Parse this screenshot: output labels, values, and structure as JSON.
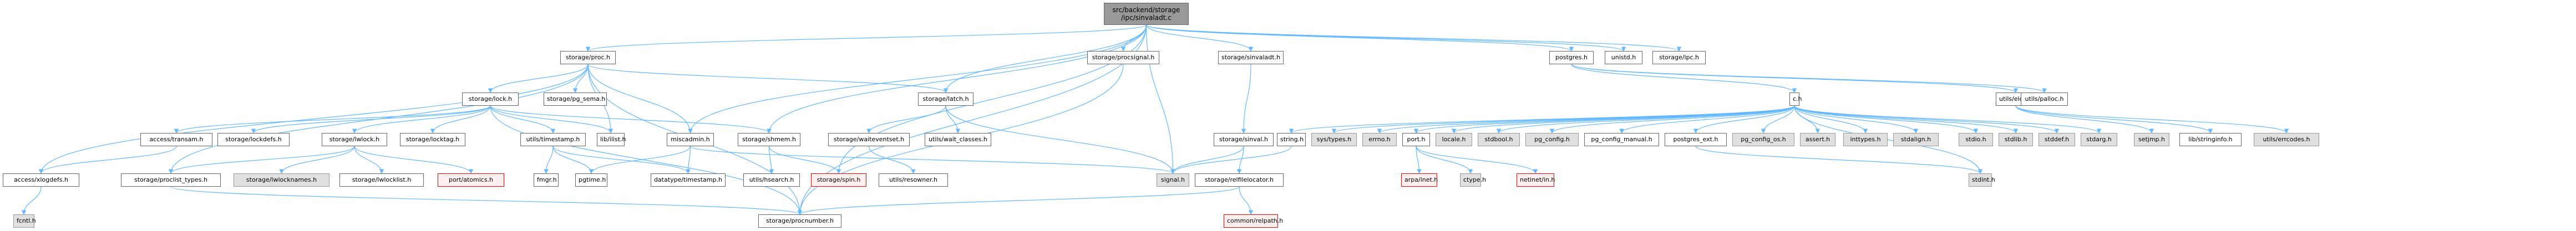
{
  "diagram": {
    "title": "Include dependency graph for src/backend/storage/ipc/sinvaladt.c",
    "edge_color": "#63b8ff",
    "legend_colors": {
      "root_fill": "#999999",
      "normal_fill": "#ffffff",
      "system_fill": "#e0e0e0",
      "missing_fill": "#fff0f0",
      "missing_border": "#ff0000"
    },
    "nodes": [
      {
        "id": "root",
        "label": "src/backend/storage\n/ipc/sinvaladt.c",
        "kind": "root"
      },
      {
        "id": "proc",
        "label": "storage/proc.h",
        "kind": "normal"
      },
      {
        "id": "procsignal",
        "label": "storage/procsignal.h",
        "kind": "normal"
      },
      {
        "id": "sinvaladt_h",
        "label": "storage/sinvaladt.h",
        "kind": "normal"
      },
      {
        "id": "postgres",
        "label": "postgres.h",
        "kind": "normal"
      },
      {
        "id": "unistd",
        "label": "unistd.h",
        "kind": "normal"
      },
      {
        "id": "ipc",
        "label": "storage/ipc.h",
        "kind": "normal"
      },
      {
        "id": "lock",
        "label": "storage/lock.h",
        "kind": "normal"
      },
      {
        "id": "pg_sema",
        "label": "storage/pg_sema.h",
        "kind": "normal"
      },
      {
        "id": "latch",
        "label": "storage/latch.h",
        "kind": "normal"
      },
      {
        "id": "c",
        "label": "c.h",
        "kind": "normal"
      },
      {
        "id": "elog",
        "label": "utils/elog.h",
        "kind": "normal"
      },
      {
        "id": "palloc",
        "label": "utils/palloc.h",
        "kind": "normal"
      },
      {
        "id": "transam",
        "label": "access/transam.h",
        "kind": "normal"
      },
      {
        "id": "lockdefs",
        "label": "storage/lockdefs.h",
        "kind": "normal"
      },
      {
        "id": "lwlock",
        "label": "storage/lwlock.h",
        "kind": "normal"
      },
      {
        "id": "locktag",
        "label": "storage/locktag.h",
        "kind": "normal"
      },
      {
        "id": "timestamp_u",
        "label": "utils/timestamp.h",
        "kind": "normal"
      },
      {
        "id": "ilist",
        "label": "lib/ilist.h",
        "kind": "normal"
      },
      {
        "id": "miscadmin",
        "label": "miscadmin.h",
        "kind": "normal"
      },
      {
        "id": "shmem",
        "label": "storage/shmem.h",
        "kind": "normal"
      },
      {
        "id": "waiteventset",
        "label": "storage/waiteventset.h",
        "kind": "normal"
      },
      {
        "id": "wait_classes",
        "label": "utils/wait_classes.h",
        "kind": "normal"
      },
      {
        "id": "sinval",
        "label": "storage/sinval.h",
        "kind": "normal"
      },
      {
        "id": "string",
        "label": "string.h",
        "kind": "normal"
      },
      {
        "id": "systypes",
        "label": "sys/types.h",
        "kind": "sys"
      },
      {
        "id": "errno",
        "label": "errno.h",
        "kind": "sys"
      },
      {
        "id": "port",
        "label": "port.h",
        "kind": "normal"
      },
      {
        "id": "locale",
        "label": "locale.h",
        "kind": "sys"
      },
      {
        "id": "stdbool",
        "label": "stdbool.h",
        "kind": "sys"
      },
      {
        "id": "pg_config",
        "label": "pg_config.h",
        "kind": "sys"
      },
      {
        "id": "pg_config_manual",
        "label": "pg_config_manual.h",
        "kind": "normal"
      },
      {
        "id": "postgres_ext",
        "label": "postgres_ext.h",
        "kind": "normal"
      },
      {
        "id": "pg_config_os",
        "label": "pg_config_os.h",
        "kind": "sys"
      },
      {
        "id": "assert",
        "label": "assert.h",
        "kind": "sys"
      },
      {
        "id": "inttypes",
        "label": "inttypes.h",
        "kind": "sys"
      },
      {
        "id": "stdalign",
        "label": "stdalign.h",
        "kind": "sys"
      },
      {
        "id": "stdio",
        "label": "stdio.h",
        "kind": "sys"
      },
      {
        "id": "stdlib",
        "label": "stdlib.h",
        "kind": "sys"
      },
      {
        "id": "stddef",
        "label": "stddef.h",
        "kind": "sys"
      },
      {
        "id": "stdarg",
        "label": "stdarg.h",
        "kind": "sys"
      },
      {
        "id": "setjmp",
        "label": "setjmp.h",
        "kind": "sys"
      },
      {
        "id": "stringinfo",
        "label": "lib/stringinfo.h",
        "kind": "normal"
      },
      {
        "id": "errcodes",
        "label": "utils/errcodes.h",
        "kind": "sys"
      },
      {
        "id": "xlogdefs",
        "label": "access/xlogdefs.h",
        "kind": "normal"
      },
      {
        "id": "proclist_types",
        "label": "storage/proclist_types.h",
        "kind": "normal"
      },
      {
        "id": "lwlocknames",
        "label": "storage/lwlocknames.h",
        "kind": "sys"
      },
      {
        "id": "lwlocklist",
        "label": "storage/lwlocklist.h",
        "kind": "normal"
      },
      {
        "id": "atomics",
        "label": "port/atomics.h",
        "kind": "missing"
      },
      {
        "id": "fmgr",
        "label": "fmgr.h",
        "kind": "normal"
      },
      {
        "id": "pgtime",
        "label": "pgtime.h",
        "kind": "normal"
      },
      {
        "id": "timestamp_d",
        "label": "datatype/timestamp.h",
        "kind": "normal"
      },
      {
        "id": "hsearch",
        "label": "utils/hsearch.h",
        "kind": "normal"
      },
      {
        "id": "spin",
        "label": "storage/spin.h",
        "kind": "missing"
      },
      {
        "id": "resowner",
        "label": "utils/resowner.h",
        "kind": "normal"
      },
      {
        "id": "signal",
        "label": "signal.h",
        "kind": "sys"
      },
      {
        "id": "relfilelocator",
        "label": "storage/relfilelocator.h",
        "kind": "normal"
      },
      {
        "id": "arpa_inet",
        "label": "arpa/inet.h",
        "kind": "missing"
      },
      {
        "id": "ctype",
        "label": "ctype.h",
        "kind": "sys"
      },
      {
        "id": "netinet_in",
        "label": "netinet/in.h",
        "kind": "missing"
      },
      {
        "id": "stdint",
        "label": "stdint.h",
        "kind": "sys"
      },
      {
        "id": "fcntl",
        "label": "fcntl.h",
        "kind": "sys"
      },
      {
        "id": "procnumber",
        "label": "storage/procnumber.h",
        "kind": "normal"
      },
      {
        "id": "relpath",
        "label": "common/relpath.h",
        "kind": "missing"
      }
    ],
    "edges": [
      [
        "root",
        "proc"
      ],
      [
        "root",
        "procsignal"
      ],
      [
        "root",
        "sinvaladt_h"
      ],
      [
        "root",
        "postgres"
      ],
      [
        "root",
        "unistd"
      ],
      [
        "root",
        "ipc"
      ],
      [
        "root",
        "miscadmin"
      ],
      [
        "root",
        "shmem"
      ],
      [
        "root",
        "spin"
      ],
      [
        "root",
        "signal"
      ],
      [
        "root",
        "procnumber"
      ],
      [
        "root",
        "latch"
      ],
      [
        "proc",
        "lock"
      ],
      [
        "proc",
        "pg_sema"
      ],
      [
        "proc",
        "latch"
      ],
      [
        "proc",
        "xlogdefs"
      ],
      [
        "proc",
        "proclist_types"
      ],
      [
        "proc",
        "ilist"
      ],
      [
        "proc",
        "procnumber"
      ],
      [
        "proc",
        "miscadmin"
      ],
      [
        "procsignal",
        "procnumber"
      ],
      [
        "sinvaladt_h",
        "sinval"
      ],
      [
        "postgres",
        "c"
      ],
      [
        "postgres",
        "elog"
      ],
      [
        "postgres",
        "palloc"
      ],
      [
        "lock",
        "transam"
      ],
      [
        "lock",
        "lockdefs"
      ],
      [
        "lock",
        "lwlock"
      ],
      [
        "lock",
        "locktag"
      ],
      [
        "lock",
        "timestamp_u"
      ],
      [
        "lock",
        "ilist"
      ],
      [
        "lock",
        "shmem"
      ],
      [
        "lock",
        "procnumber"
      ],
      [
        "latch",
        "waiteventset"
      ],
      [
        "latch",
        "wait_classes"
      ],
      [
        "latch",
        "signal"
      ],
      [
        "c",
        "string"
      ],
      [
        "c",
        "systypes"
      ],
      [
        "c",
        "errno"
      ],
      [
        "c",
        "port"
      ],
      [
        "c",
        "locale"
      ],
      [
        "c",
        "stdbool"
      ],
      [
        "c",
        "pg_config"
      ],
      [
        "c",
        "pg_config_manual"
      ],
      [
        "c",
        "postgres_ext"
      ],
      [
        "c",
        "pg_config_os"
      ],
      [
        "c",
        "assert"
      ],
      [
        "c",
        "inttypes"
      ],
      [
        "c",
        "stdalign"
      ],
      [
        "c",
        "stdio"
      ],
      [
        "c",
        "stdlib"
      ],
      [
        "c",
        "stddef"
      ],
      [
        "c",
        "stdarg"
      ],
      [
        "c",
        "stdint"
      ],
      [
        "elog",
        "setjmp"
      ],
      [
        "elog",
        "stringinfo"
      ],
      [
        "elog",
        "errcodes"
      ],
      [
        "transam",
        "xlogdefs"
      ],
      [
        "lwlock",
        "proclist_types"
      ],
      [
        "lwlock",
        "lwlocknames"
      ],
      [
        "lwlock",
        "lwlocklist"
      ],
      [
        "lwlock",
        "atomics"
      ],
      [
        "timestamp_u",
        "fmgr"
      ],
      [
        "timestamp_u",
        "pgtime"
      ],
      [
        "timestamp_u",
        "timestamp_d"
      ],
      [
        "miscadmin",
        "pgtime"
      ],
      [
        "miscadmin",
        "timestamp_d"
      ],
      [
        "miscadmin",
        "signal"
      ],
      [
        "shmem",
        "hsearch"
      ],
      [
        "shmem",
        "spin"
      ],
      [
        "waiteventset",
        "resowner"
      ],
      [
        "sinval",
        "signal"
      ],
      [
        "sinval",
        "relfilelocator"
      ],
      [
        "string",
        "signal"
      ],
      [
        "port",
        "arpa_inet"
      ],
      [
        "port",
        "ctype"
      ],
      [
        "port",
        "netinet_in"
      ],
      [
        "postgres_ext",
        "stdint"
      ],
      [
        "xlogdefs",
        "fcntl"
      ],
      [
        "proclist_types",
        "procnumber"
      ],
      [
        "relfilelocator",
        "procnumber"
      ],
      [
        "relfilelocator",
        "relpath"
      ]
    ]
  }
}
